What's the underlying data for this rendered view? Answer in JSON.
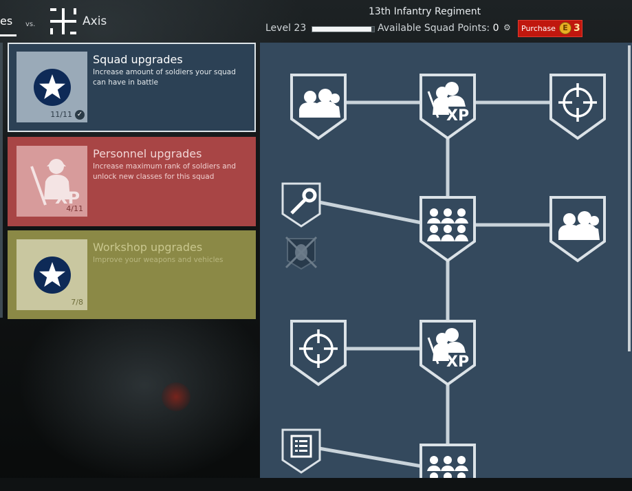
{
  "header": {
    "allies_tab": "es",
    "vs": "vs.",
    "axis_tab": "Axis",
    "regiment": "13th Infantry Regiment",
    "level": "Level 23",
    "level_progress": 0.95,
    "squad_points_label": "Available Squad Points:",
    "squad_points_value": "0",
    "purchase_label": "Purchase",
    "coin_symbol": "E",
    "gold_count": "3"
  },
  "cards": [
    {
      "title": "Squad upgrades",
      "description": "Increase amount of soldiers your squad can have in battle",
      "count": "11/11",
      "icon": "allied-star-icon"
    },
    {
      "title": "Personnel upgrades",
      "description": "Increase maximum rank of soldiers and unlock new classes for this squad",
      "count": "4/11",
      "icon": "soldier-xp-icon"
    },
    {
      "title": "Workshop upgrades",
      "description": "Improve your weapons and vehicles",
      "count": "7/8",
      "icon": "allied-star-icon"
    }
  ],
  "tree": {
    "nodes": [
      "squad-pair-icon",
      "soldier-xp-icon",
      "crosshair-icon",
      "wrench-icon",
      "large-squad-icon",
      "squad-pair-icon",
      "locked-grenade-icon",
      "crosshair-icon",
      "soldier-xp-icon",
      "list-icon",
      "large-squad-icon"
    ]
  },
  "colors": {
    "tree_bg": "#34495d",
    "squad_card": "#2c4155",
    "personnel_card": "#a84545",
    "workshop_card": "#8b8946",
    "purchase_btn": "#c0170e"
  }
}
